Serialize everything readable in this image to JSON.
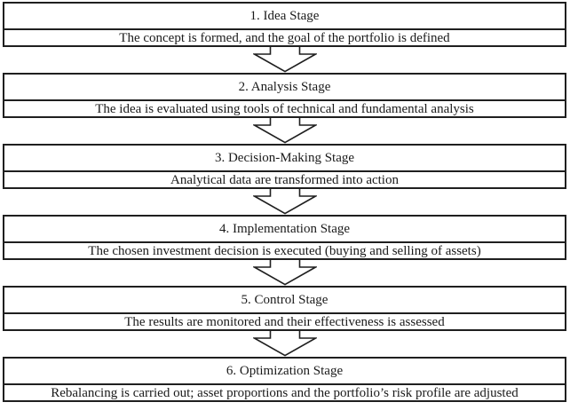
{
  "diagram": {
    "kind": "flowchart",
    "direction": "top-down",
    "colors": {
      "background": "#ffffff",
      "border": "#1f1f1f",
      "text": "#1a1a1a",
      "arrow_fill": "#ffffff",
      "arrow_outline": "#1f1f1f"
    },
    "connector": "hollow-down-block-arrow",
    "stages": [
      {
        "title": "1. Idea Stage",
        "description": "The concept is formed, and the goal of the portfolio is defined"
      },
      {
        "title": "2. Analysis Stage",
        "description": "The idea is evaluated using tools of technical and fundamental analysis"
      },
      {
        "title": "3. Decision-Making Stage",
        "description": "Analytical data are transformed into action"
      },
      {
        "title": "4. Implementation Stage",
        "description": "The chosen investment decision is executed (buying and selling of assets)"
      },
      {
        "title": "5. Control Stage",
        "description": "The results are monitored and their effectiveness is assessed"
      },
      {
        "title": "6. Optimization Stage",
        "description": "Rebalancing is carried out; asset proportions and the portfolio’s risk profile are adjusted"
      }
    ]
  }
}
